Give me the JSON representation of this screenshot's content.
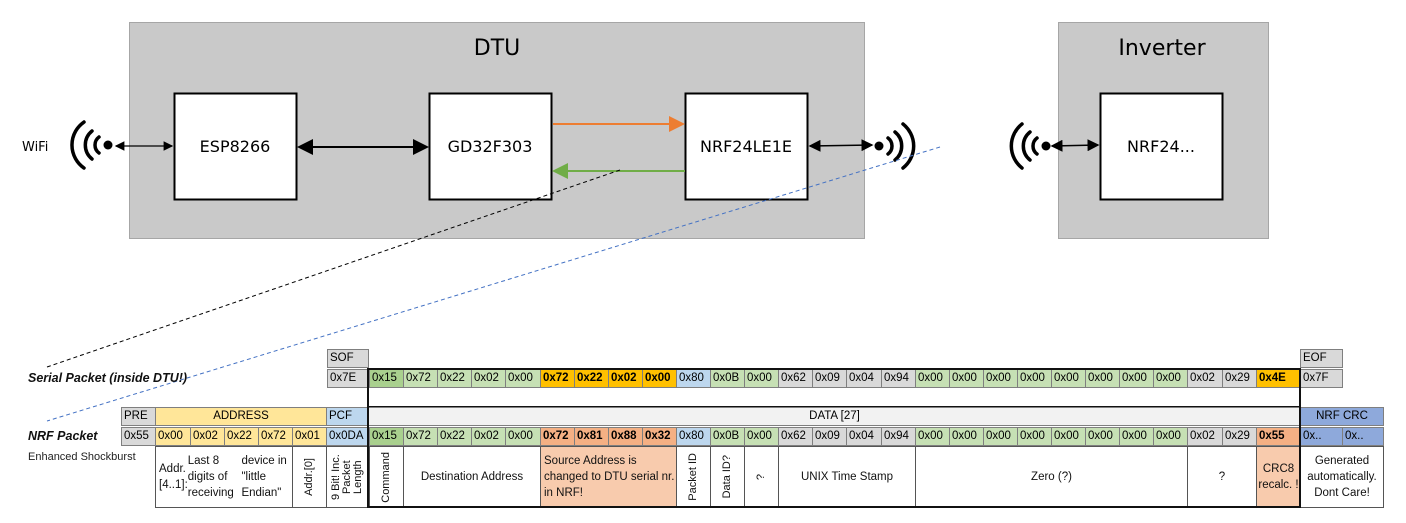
{
  "diagram": {
    "dtu_title": "DTU",
    "inverter_title": "Inverter",
    "wifi_label": "WiFi",
    "blocks": [
      "ESP8266",
      "GD32F303",
      "NRF24LE1E",
      "NRF24..."
    ],
    "icons": [
      "wifi-signal-icon",
      "radio-signal-icon"
    ],
    "colors": {
      "tx_arrow": "#ed7d31",
      "rx_arrow": "#70ad47",
      "serial_link": "#000000",
      "nrf_link": "#4472c4",
      "box_fill": "#c9c9c9"
    }
  },
  "colors": {
    "gray": "#d9d9d9",
    "green": "#c6e0b4",
    "darkgreen": "#a9d08e",
    "gold": "#ffc000",
    "yellow": "#ffe699",
    "blue": "#bdd7ee",
    "salmon": "#f4b084",
    "lightsalmon": "#f8cbad",
    "crcblue": "#8ea9db",
    "lightgray": "#f2f2f2",
    "white": "#ffffff"
  },
  "serial": {
    "label": "Serial Packet (inside DTU!)",
    "sof_header": "SOF",
    "sof": "0x7E",
    "eof_header": "EOF",
    "eof": "0x7F",
    "bytes": [
      {
        "v": "0x15",
        "c": "darkgreen"
      },
      {
        "v": "0x72",
        "c": "green"
      },
      {
        "v": "0x22",
        "c": "green"
      },
      {
        "v": "0x02",
        "c": "green"
      },
      {
        "v": "0x00",
        "c": "green"
      },
      {
        "v": "0x72",
        "c": "gold",
        "b": true
      },
      {
        "v": "0x22",
        "c": "gold",
        "b": true
      },
      {
        "v": "0x02",
        "c": "gold",
        "b": true
      },
      {
        "v": "0x00",
        "c": "gold",
        "b": true
      },
      {
        "v": "0x80",
        "c": "blue"
      },
      {
        "v": "0x0B",
        "c": "green"
      },
      {
        "v": "0x00",
        "c": "green"
      },
      {
        "v": "0x62",
        "c": "gray"
      },
      {
        "v": "0x09",
        "c": "gray"
      },
      {
        "v": "0x04",
        "c": "gray"
      },
      {
        "v": "0x94",
        "c": "gray"
      },
      {
        "v": "0x00",
        "c": "green"
      },
      {
        "v": "0x00",
        "c": "green"
      },
      {
        "v": "0x00",
        "c": "green"
      },
      {
        "v": "0x00",
        "c": "green"
      },
      {
        "v": "0x00",
        "c": "green"
      },
      {
        "v": "0x00",
        "c": "green"
      },
      {
        "v": "0x00",
        "c": "green"
      },
      {
        "v": "0x00",
        "c": "green"
      },
      {
        "v": "0x02",
        "c": "gray"
      },
      {
        "v": "0x29",
        "c": "gray"
      },
      {
        "v": "0x4E",
        "c": "gold",
        "b": true
      }
    ]
  },
  "nrf": {
    "label": "NRF Packet",
    "sublabel": "Enhanced Shockburst",
    "headers": {
      "pre": "PRE",
      "address": "ADDRESS",
      "pcf": "PCF",
      "data": "DATA [27]",
      "crc": "NRF CRC"
    },
    "pre": "0x55",
    "address": [
      "0x00",
      "0x02",
      "0x22",
      "0x72",
      "0x01"
    ],
    "pcf": "0x0DA",
    "bytes": [
      {
        "v": "0x15",
        "c": "darkgreen"
      },
      {
        "v": "0x72",
        "c": "green"
      },
      {
        "v": "0x22",
        "c": "green"
      },
      {
        "v": "0x02",
        "c": "green"
      },
      {
        "v": "0x00",
        "c": "green"
      },
      {
        "v": "0x72",
        "c": "salmon",
        "b": true
      },
      {
        "v": "0x81",
        "c": "salmon",
        "b": true
      },
      {
        "v": "0x88",
        "c": "salmon",
        "b": true
      },
      {
        "v": "0x32",
        "c": "salmon",
        "b": true
      },
      {
        "v": "0x80",
        "c": "blue"
      },
      {
        "v": "0x0B",
        "c": "green"
      },
      {
        "v": "0x00",
        "c": "green"
      },
      {
        "v": "0x62",
        "c": "gray"
      },
      {
        "v": "0x09",
        "c": "gray"
      },
      {
        "v": "0x04",
        "c": "gray"
      },
      {
        "v": "0x94",
        "c": "gray"
      },
      {
        "v": "0x00",
        "c": "green"
      },
      {
        "v": "0x00",
        "c": "green"
      },
      {
        "v": "0x00",
        "c": "green"
      },
      {
        "v": "0x00",
        "c": "green"
      },
      {
        "v": "0x00",
        "c": "green"
      },
      {
        "v": "0x00",
        "c": "green"
      },
      {
        "v": "0x00",
        "c": "green"
      },
      {
        "v": "0x00",
        "c": "green"
      },
      {
        "v": "0x02",
        "c": "gray"
      },
      {
        "v": "0x29",
        "c": "gray"
      },
      {
        "v": "0x55",
        "c": "salmon",
        "b": true
      }
    ],
    "crc": [
      "0x..",
      "0x.."
    ],
    "descriptions": {
      "addr_1_4": [
        "Addr. [4..1]:",
        "Last 8 digits of receiving",
        "device in \"little Endian\""
      ],
      "addr_0": "Addr.[0]",
      "pcf": "9 Bit! Inc. Packet Length",
      "command": "Command",
      "destination": "Destination Address",
      "source": "Source Address is changed to DTU serial nr. in NRF!",
      "packet_id": "Packet ID",
      "data_id": "Data ID?",
      "unknown1": "?",
      "timestamp": "UNIX Time Stamp",
      "zero": "Zero (?)",
      "unknown2": "?",
      "crc8": "CRC8 recalc. !",
      "nrf_crc": "Generated automatically. Dont Care!"
    }
  }
}
